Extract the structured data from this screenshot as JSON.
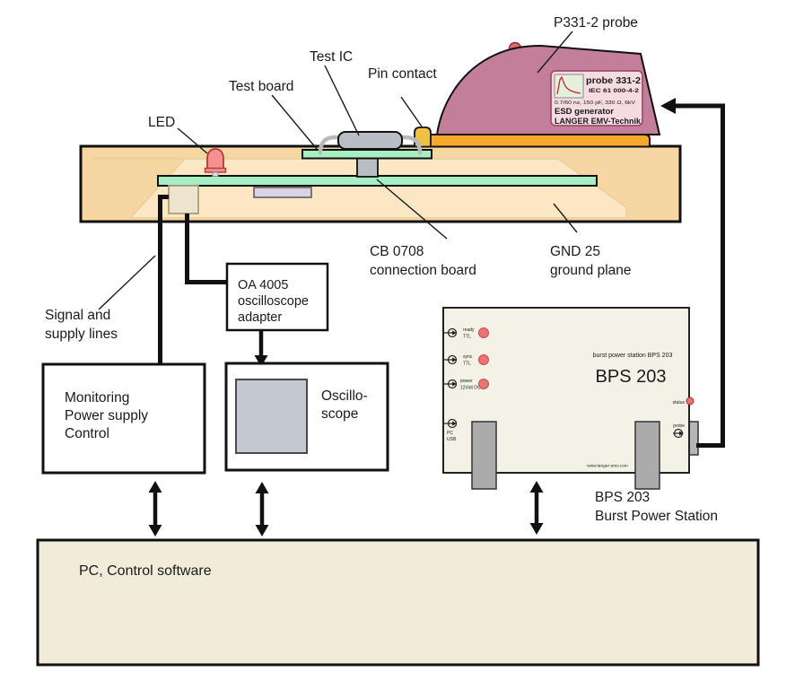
{
  "labels": {
    "probe": "P331-2 probe",
    "test_ic": "Test IC",
    "pin_contact": "Pin contact",
    "test_board": "Test board",
    "led": "LED",
    "cb0708": [
      "CB 0708",
      "connection board"
    ],
    "gnd25": [
      "GND 25",
      "ground plane"
    ],
    "signal_lines": [
      "Signal and",
      "supply lines"
    ],
    "bps_caption": [
      "BPS 203",
      "Burst Power Station"
    ]
  },
  "probe_plate": {
    "title": "probe 331-2",
    "standard": "IEC 61 000-4-2",
    "specs": "0.7/60 ns, 150 pF, 330 Ω, 6kV",
    "type": "ESD generator",
    "brand": "LANGER EMV-Technik"
  },
  "boxes": {
    "monitoring": [
      "Monitoring",
      "Power supply",
      "Control"
    ],
    "oa4005": [
      "OA 4005",
      "oscilloscope",
      "adapter"
    ],
    "oscilloscope": [
      "Oscillo-",
      "scope"
    ],
    "pc": "PC, Control software"
  },
  "bps": {
    "subtitle": "burst power station BPS 203",
    "title": "BPS 203",
    "ports": [
      {
        "label1": "ready",
        "label2": "TTL"
      },
      {
        "label1": "sync",
        "label2": "TTL"
      },
      {
        "label1": "power",
        "label2": "12Volt DC"
      },
      {
        "label1": "PC",
        "label2": "USB"
      }
    ],
    "status_label": "status",
    "probe_port_label": "probe",
    "website": "www.langer-emv.com"
  },
  "colors": {
    "probe_body": "#c37f99",
    "probe_plate_bg": "#f6dbe1",
    "red_text": "#cc2233",
    "board_tan": "#f7d7a1",
    "board_inner": "#fbe7c4",
    "pcb_green": "#a6eec3",
    "base_orange": "#f7a72c",
    "pin_gold": "#eec043",
    "led_pink": "#f2918d",
    "bps_bg": "#f4f2e6",
    "pc_bg": "#f0ecd8",
    "status_red": "#ee7272",
    "website_blue": "#3050c8"
  }
}
